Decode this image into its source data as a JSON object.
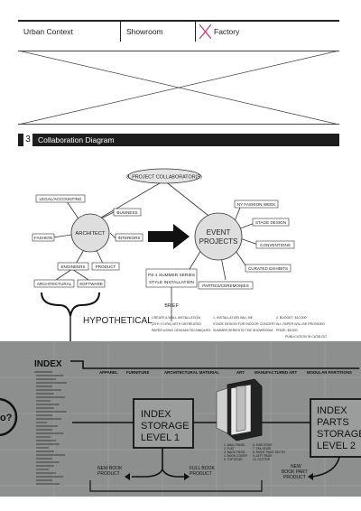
{
  "tabs": [
    {
      "label": "Urban Context"
    },
    {
      "label": "Showroom"
    },
    {
      "label": "Factory"
    }
  ],
  "section": {
    "number": "3",
    "title": "Collaboration Diagram"
  },
  "diagram": {
    "root": "8. PROJECT COLLABORATOR(S)",
    "architect": "ARCHITECT",
    "architect_links": [
      "LEGAL/ACCOUNTING",
      "BUSINESS",
      "FASHION",
      "INTERIORS",
      "ENGINEERS",
      "PRODUCT",
      "ARCHITECTURAL",
      "SOFTWARE"
    ],
    "event_line1": "EVENT",
    "event_line2": "PROJECTS",
    "event_links": [
      "NY FASHION WEEK",
      "STAGE DESIGN",
      "CONVENTIONS",
      "CURATED EXHIBITS",
      "PARTIES/CEREMONIES"
    ],
    "ps1_line1": "PS-1 SUMMER SERIES",
    "ps1_line2": "STYLE INSTALLATION",
    "brief": "BRIEF",
    "hypothetical": "HYPOTHETICAL",
    "notes": [
      "CREATE A WALL INSTALLATION",
      "(20'H X 15'W) WITH UNTREATED",
      "PAPER USING ORIGAMI TECHNIQUES",
      "1. INSTALLATION WILL BE",
      "STAGE DESIGN FOR INDOOR CONCERT",
      "SUMMER SERIES IN THE SHOWROOM",
      "2. BUDGET: $10,000",
      "ALL PAPER WILL BE PROVIDED",
      "PRIZE: $8,000",
      "PUBLICATION IN CATALOG"
    ]
  },
  "index_panel": {
    "title": "INDEX",
    "categories": [
      "APPAREL",
      "FURNITURE",
      "ARCHITECTURAL MATERIAL",
      "ART",
      "MANUFACTURED ART",
      "MODULAR PARTITIONS"
    ],
    "storage1": [
      "INDEX",
      "STORAGE",
      "LEVEL 1"
    ],
    "storage2": [
      "INDEX",
      "PARTS",
      "STORAGE",
      "LEVEL 2"
    ],
    "flow_labels": [
      "NEW BOOK",
      "PRODUCT",
      "FULL BOOK",
      "PRODUCT",
      "NEW",
      "BOOK PART",
      "PRODUCT"
    ],
    "side_text": "o?",
    "list_left": [
      "1. WALL PANEL",
      "2. FLAT",
      "3. BACK PIECE",
      "4. BOOK COVER",
      "5. TOP EDGE"
    ],
    "list_right": [
      "6. SIDE EDGE",
      "7. TAIL EDGE",
      "8. RIGHT PAGE SECTN",
      "9. LEFT PAGE",
      "10. GUTTER"
    ]
  }
}
